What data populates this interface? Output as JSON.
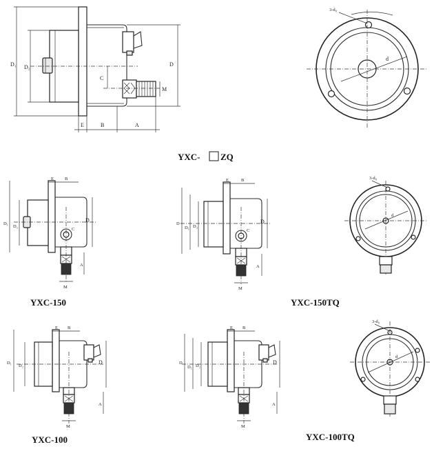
{
  "labels": {
    "D1": "D₁",
    "D2": "D₂",
    "D": "D",
    "C": "C",
    "M": "M",
    "E": "E",
    "B": "B",
    "A": "A",
    "d": "d",
    "holes": "3-d₀"
  },
  "captions": {
    "main": "YXC-",
    "main_suffix": "ZQ",
    "yxc150": "YXC-150",
    "yxc150tq": "YXC-150TQ",
    "yxc100": "YXC-100",
    "yxc100tq": "YXC-100TQ"
  }
}
